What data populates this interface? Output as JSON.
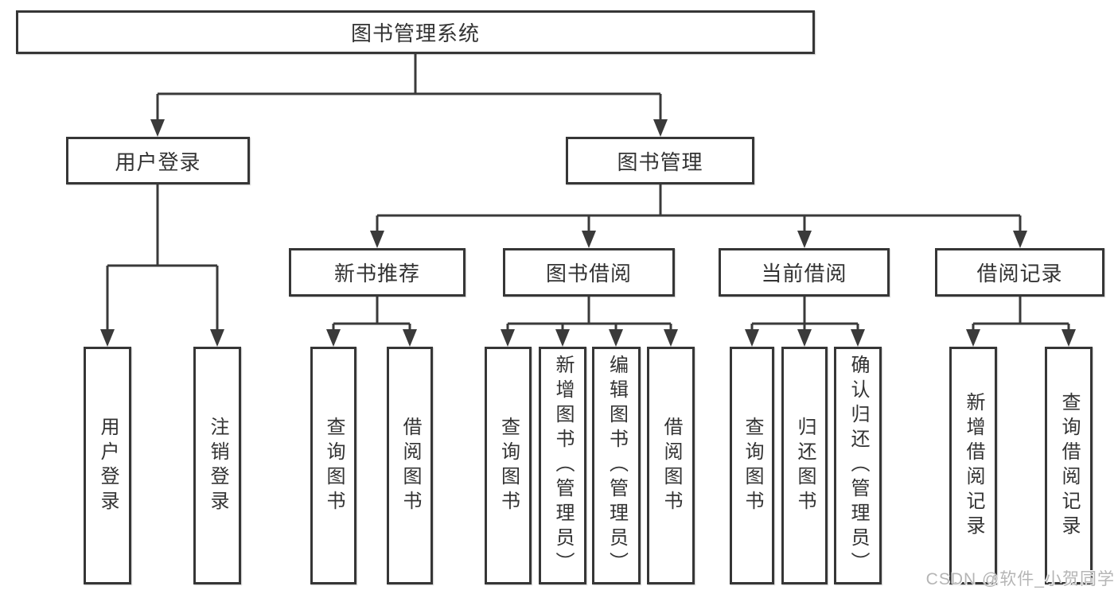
{
  "colors": {
    "line": "#3a3a3a",
    "box_border": "#363636",
    "text": "#333333",
    "background": "#ffffff",
    "watermark": "#b5b5b5"
  },
  "tree": {
    "root": {
      "label": "图书管理系统"
    },
    "level2": [
      {
        "label": "用户登录"
      },
      {
        "label": "图书管理"
      }
    ],
    "level3": [
      {
        "label": "新书推荐",
        "parent": "图书管理"
      },
      {
        "label": "图书借阅",
        "parent": "图书管理"
      },
      {
        "label": "当前借阅",
        "parent": "图书管理"
      },
      {
        "label": "借阅记录",
        "parent": "图书管理"
      }
    ],
    "leaves": [
      {
        "label": "用户登录",
        "parent": "用户登录"
      },
      {
        "label": "注销登录",
        "parent": "用户登录"
      },
      {
        "label": "查询图书",
        "parent": "新书推荐"
      },
      {
        "label": "借阅图书",
        "parent": "新书推荐"
      },
      {
        "label": "查询图书",
        "parent": "图书借阅"
      },
      {
        "label": "新增图书（管理员）",
        "parent": "图书借阅"
      },
      {
        "label": "编辑图书（管理员）",
        "parent": "图书借阅"
      },
      {
        "label": "借阅图书",
        "parent": "图书借阅"
      },
      {
        "label": "查询图书",
        "parent": "当前借阅"
      },
      {
        "label": "归还图书",
        "parent": "当前借阅"
      },
      {
        "label": "确认归还（管理员）",
        "parent": "当前借阅"
      },
      {
        "label": "新增借阅记录",
        "parent": "借阅记录"
      },
      {
        "label": "查询借阅记录",
        "parent": "借阅记录"
      }
    ]
  },
  "watermark": {
    "text": "CSDN @软件_小贺同学"
  }
}
